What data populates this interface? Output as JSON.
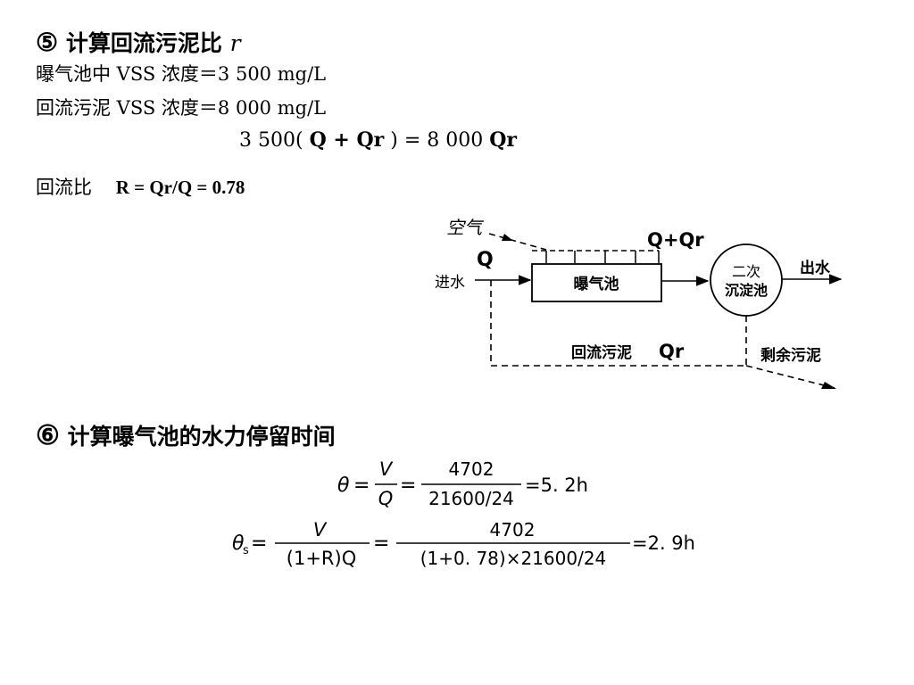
{
  "section5": {
    "number": "⑤",
    "title": "计算回流污泥比",
    "var": "r",
    "line1": "曝气池中 VSS 浓度＝3 500 mg/L",
    "line2": "回流污泥 VSS 浓度＝8 000 mg/L",
    "equation": {
      "left": "3 500(",
      "q_plus_qr": "Q + Qr",
      "right_paren": ")  =  8 000",
      "qr": "Qr"
    },
    "ratio_label": "回流比",
    "ratio_expr": "R = Qr/Q = 0.78"
  },
  "diagram": {
    "air": "空气",
    "q": "Q",
    "inflow": "进水",
    "q_plus_qr": "Q+Qr",
    "aeration_tank": "曝气池",
    "secondary_clarifier_line1": "二次",
    "secondary_clarifier_line2": "沉淀池",
    "outflow": "出水",
    "return_sludge": "回流污泥",
    "qr": "Qr",
    "excess_sludge": "剩余污泥"
  },
  "section6": {
    "number": "⑥",
    "title": "计算曝气池的水力停留时间",
    "f1": {
      "theta": "θ",
      "eq_symbol": "=",
      "num1": "V",
      "den1": "Q",
      "num2": "4702",
      "den2": "21600/24",
      "result": "=5. 2h"
    },
    "f2": {
      "theta": "θ",
      "sub": "s",
      "num1": "V",
      "den1": "(1+R)Q",
      "num2": "4702",
      "den2": "(1+0. 78)×21600/24",
      "result": "=2. 9h"
    }
  }
}
